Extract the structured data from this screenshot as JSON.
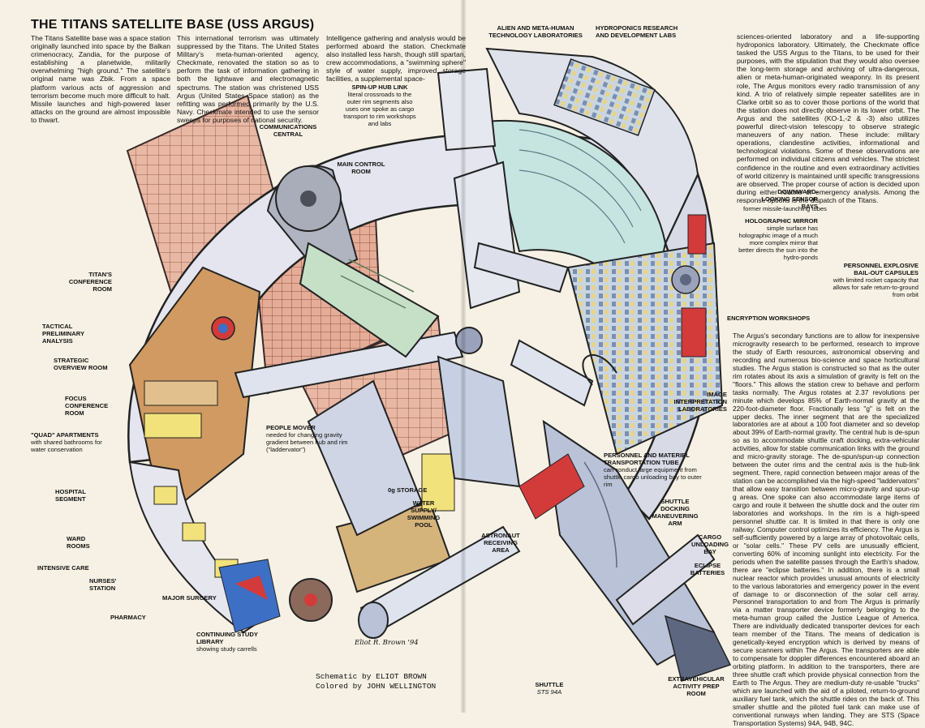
{
  "title": "THE TITANS SATELLITE BASE (USS ARGUS)",
  "intro": {
    "col1": "The Titans Satellite base was a space station originally launched into space by the Balkan crimenocracy, Zandia, for the purpose of establishing a planetwide, militarily overwhelming \"high ground.\" The satellite's original name was Zbik. From a space platform various acts of aggression and terrorism become much more difficult to halt. Missile launches and high-powered laser attacks on the ground are almost impossible to thwart.",
    "col2": "This international terrorism was ultimately suppressed by the Titans. The United States Military's meta-human-oriented agency, Checkmate, renovated the station so as to perform the task of information gathering in both the lightwave and electromagnetic spectrums. The station was christened USS Argus (United States Space station) as the refitting was performed primarily by the U.S. Navy. Checkmate intended to use the sensor sweeps for purposes of national security.",
    "col3": "Intelligence gathering and analysis would be performed aboard the station. Checkmate also installed less harsh, though still spartan, crew accommodations, a \"swimming sphere\" style of water supply, improved storage facilities, a supplemental space-"
  },
  "right_top": "sciences-oriented laboratory and a life-supporting hydroponics laboratory. Ultimately, the Checkmate office tasked the USS Argus to the Titans, to be used for their purposes, with the stipulation that they would also oversee the long-term storage and archiving of ultra-dangerous, alien or meta-human-originated weaponry. In its present role, The Argus monitors every radio transmission of any kind. A trio of relatively simple repeater satellites are in Clarke orbit so as to cover those portions of the world that the station does not directly observe in its lower orbit. The Argus and the satellites (KO-1,-2 & -3) also utilizes powerful direct-vision telescopy to observe strategic maneuvers of any nation. These include: military operations, clandestine activities, informational and technological violations. Some of these observations are performed on individual citizens and vehicles. The strictest confidence in the routine and even extraordinary activities of world citizenry is maintained until specific transgressions are observed. The proper course of action is decided upon during either routine or emergency analysis. Among the response options is the dispatch of the Titans.",
  "right_bottom": "The Argus's secondary functions are to allow for inexpensive microgravity research to be performed, research to improve the study of Earth resources, astronomical observing and recording and numerous bio-science and space horticultural studies. The Argus station is constructed so that as the outer rim rotates about its axis a simulation of gravity is felt on the \"floors.\" This allows the station crew to behave and perform tasks normally. The Argus rotates at 2.37 revolutions per minute which develops 85% of Earth-normal gravity at the 220-foot-diameter floor. Fractionally less \"g\" is felt on the upper decks. The inner segment that are the specialized laboratories are at about a 100 foot diameter and so develop about 39% of Earth-normal gravity. The central hub is de-spun so as to accommodate shuttle craft docking, extra-vehicular activities, allow for stable communication links with the ground and micro-gravity storage. The de-spun/spun-up connection between the outer rims and the central axis is the hub-link segment. There, rapid connection between major areas of the station can be accomplished via the high-speed \"laddervators\" that allow easy transition between micro-gravity and spun-up g areas. One spoke can also accommodate large items of cargo and route it between the shuttle dock and the outer rim laboratories and workshops. In the rim is a high-speed personnel shuttle car. It is limited in that there is only one railway. Computer control optimizes its efficiency. The Argus is self-sufficiently powered by a large array of photovoltaic cells, or \"solar cells.\" These PV cells are unusually efficient, converting 60% of incoming sunlight into electricity. For the periods when the satellite passes through the Earth's shadow, there are \"eclipse batteries.\" In addition, there is a small nuclear reactor which provides unusual amounts of electricity to the various laboratories and emergency power in the event of damage to or disconnection of the solar cell array. Personnel transportation to and from The Argus is primarily via a matter transporter device formerly belonging to the meta-human group called the Justice League of America. There are individually dedicated transporter devices for each team member of the Titans. The means of dedication is genetically-keyed encryption which is derived by means of secure scanners within The Argus. The transporters are able to compensate for doppler differences encountered aboard an orbiting platform. In addition to the transporters, there are three shuttle craft which provide physical connection from the Earth to The Argus. They are medium-duty re-usable \"trucks\" which are launched with the aid of a piloted, return-to-ground auxiliary fuel tank, which the shuttle rides on the back of. This smaller shuttle and the piloted fuel tank can make use of conventional runways when landing. They are STS (Space Transportation Systems) 94A, 94B, 94C.",
  "labels": {
    "comm_central": "COMMUNICATIONS CENTRAL",
    "main_control": "MAIN CONTROL ROOM",
    "spin_up": "SPIN-UP HUB LINK",
    "spin_up_desc": "literal crossroads to the outer rim segments also uses one spoke as cargo transport to rim workshops and labs",
    "alien_labs": "ALIEN AND META-HUMAN TECHNOLOGY LABORATORIES",
    "hydroponics": "HYDROPONICS RESEARCH AND DEVELOPMENT LABS",
    "downward": "DOWNWARD-LOOKING SENSOR BAYS",
    "downward_desc": "former missile-launching tubes",
    "holo": "HOLOGRAPHIC MIRROR",
    "holo_desc": "simple surface has holographic image of a much more complex mirror that better directs the sun into the hydro-ponds",
    "bailout": "PERSONNEL EXPLOSIVE BAIL-OUT CAPSULES",
    "bailout_desc": "with limited rocket capacity that allows for safe return-to-ground from orbit",
    "encryption": "ENCRYPTION WORKSHOPS",
    "titans_conf": "TITAN'S CONFERENCE ROOM",
    "tactical": "TACTICAL PRELIMINARY ANALYSIS",
    "strategic": "STRATEGIC OVERVIEW ROOM",
    "focus": "FOCUS CONFERENCE ROOM",
    "quad": "\"QUAD\" APARTMENTS",
    "quad_desc": "with shared bathrooms for water conservation",
    "hospital": "HOSPITAL SEGMENT",
    "ward": "WARD ROOMS",
    "icare": "INTENSIVE CARE",
    "nurses": "NURSES' STATION",
    "pharmacy": "PHARMACY",
    "surgery": "MAJOR SURGERY",
    "library": "CONTINUING STUDY LIBRARY",
    "library_desc": "showing study carrells",
    "people_mover": "PEOPLE MOVER",
    "people_mover_desc": "needed for changing gravity gradient between hub and rim (\"laddervator\")",
    "storage": "0g STORAGE",
    "water": "WATER SUPPLY/ SWIMMING POOL",
    "astronaut": "ASTRONAUT RECEIVING AREA",
    "image_labs": "IMAGE INTERPRETATION LABORATORIES",
    "transport_tube": "PERSONNEL AND MATERIEL TRANSPORTATION TUBE",
    "transport_desc": "can conduct large equipment from shuttle cargo unloading bay to outer rim",
    "docking": "SHUTTLE DOCKING MANEUVERING ARM",
    "cargo": "CARGO UNLOADING BAY",
    "eclipse": "ECLIPSE BATTERIES",
    "shuttle": "SHUTTLE",
    "shuttle_id": "STS 94A",
    "eva": "EXTRAVEHICULAR ACTIVITY PREP ROOM"
  },
  "credits": {
    "line1": "Schematic by ELIOT BROWN",
    "line2": "Colored by JOHN WELLINGTON",
    "signature": "Eliot R. Brown '94"
  },
  "colors": {
    "paper": "#f6f1e4",
    "solar": "#e8b8a4",
    "hull": "#dcdde8",
    "steel": "#b9c2d6",
    "teal": "#c6e4e0",
    "wood": "#d09a62",
    "red": "#d33a3a",
    "blue": "#3d6fc4",
    "yellow": "#f2e27c",
    "green": "#8fb86c"
  }
}
